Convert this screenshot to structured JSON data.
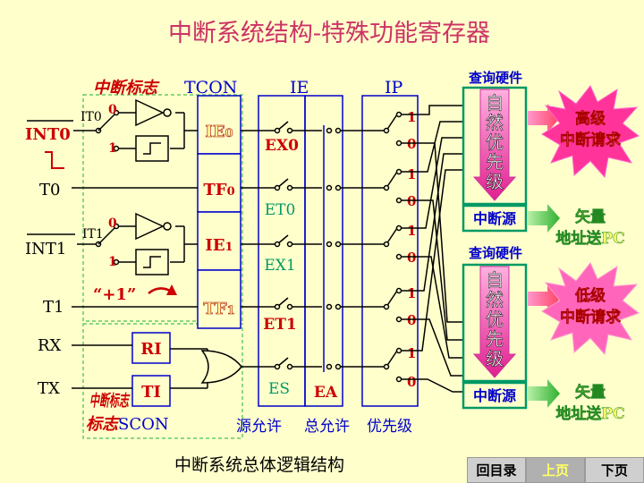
{
  "title": "中断系统结构-特殊功能寄存器",
  "caption": "中断系统总体逻辑结构",
  "labels": {
    "interrupt_flag": "中断标志",
    "tcon": "TCON",
    "ie": "IE",
    "ip": "IP",
    "query_hw": "查询硬件",
    "natural_priority": "自然优先级",
    "interrupt_source": "中断源",
    "high_request": "高级中断请求",
    "low_request": "低级中断请求",
    "vector_to_pc": "矢量地址送PC",
    "scon_flag": "中断标志",
    "scon": "SCON",
    "source_allow": "源允许",
    "total_allow": "总允许",
    "priority": "优先级",
    "count_plus_one": "“+1”"
  },
  "inputs": {
    "int0": "INT0",
    "t0": "T0",
    "int1": "INT1",
    "t1": "T1",
    "rx": "RX",
    "tx": "TX"
  },
  "it_bits": {
    "it0": "IT0",
    "it1": "IT1",
    "zero": "0",
    "one": "1"
  },
  "flags": {
    "ie0": "IE0",
    "tf0": "TF0",
    "ie1": "IE1",
    "tf1": "TF1",
    "ri": "RI",
    "ti": "TI"
  },
  "enables": {
    "ex0": "EX0",
    "et0": "ET0",
    "ex1": "EX1",
    "et1": "ET1",
    "es": "ES",
    "ea": "EA"
  },
  "ip_bits": {
    "one": "1",
    "zero": "0"
  },
  "nav": {
    "home": "回目录",
    "prev": "上页",
    "next": "下页"
  },
  "colors": {
    "red": "#cc0000",
    "blue": "#0000cc",
    "green_box": "#009966",
    "yellow_bg": "#ffffcc",
    "pink": "#ff66cc"
  }
}
